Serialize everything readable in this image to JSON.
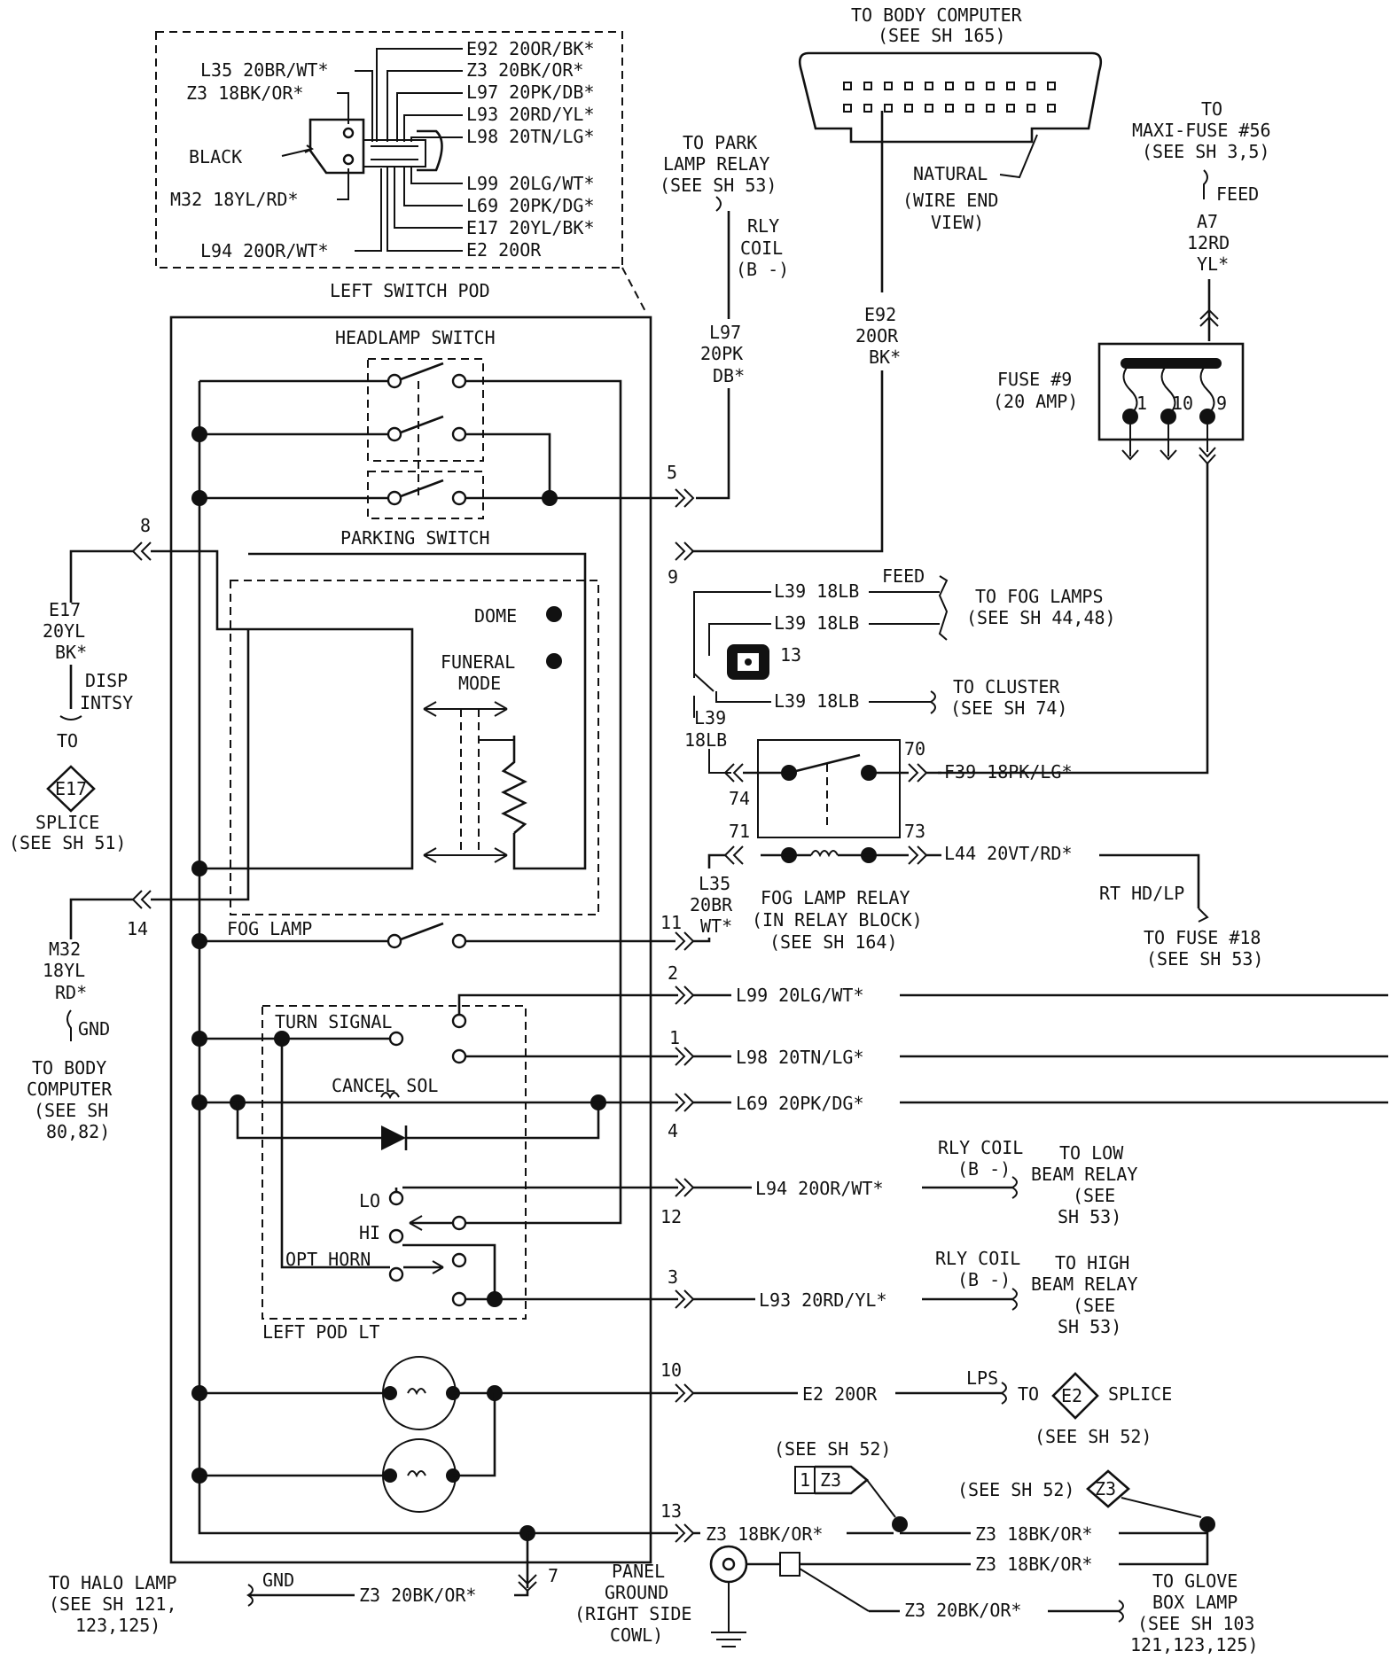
{
  "body_computer": {
    "title": "TO BODY COMPUTER",
    "sheet": "(SEE SH 165)",
    "natural": "NATURAL",
    "wire_end_1": "(WIRE END",
    "wire_end_2": "VIEW)"
  },
  "maxi_fuse": {
    "to": "TO",
    "name": "MAXI-FUSE #56",
    "sheet": "(SEE SH 3,5)",
    "feed": "FEED",
    "wire_1": "A7",
    "wire_2": "12RD",
    "wire_3": "YL*"
  },
  "fuse9": {
    "name": "FUSE #9",
    "rating": "(20 AMP)",
    "t1": "1",
    "t10": "10",
    "t9": "9"
  },
  "switch_pod": {
    "title": "LEFT SWITCH POD",
    "black": "BLACK",
    "left_wires": [
      "L35 20BR/WT*",
      "Z3 18BK/OR*",
      "M32 18YL/RD*",
      "L94 20OR/WT*"
    ],
    "right_wires": [
      "E92 20OR/BK*",
      "Z3 20BK/OR*",
      "L97 20PK/DB*",
      "L93 20RD/YL*",
      "L98 20TN/LG*",
      "L99 20LG/WT*",
      "L69 20PK/DG*",
      "E17 20YL/BK*",
      "E2 20OR"
    ]
  },
  "park_relay": {
    "to": "TO PARK",
    "name": "LAMP RELAY",
    "sheet": "(SEE SH 53)",
    "coil_1": "RLY",
    "coil_2": "COIL",
    "coil_3": "(B -)"
  },
  "l97": {
    "w1": "L97",
    "w2": "20PK",
    "w3": "DB*"
  },
  "e92": {
    "w1": "E92",
    "w2": "20OR",
    "w3": "BK*"
  },
  "switch": {
    "headlamp": "HEADLAMP SWITCH",
    "parking": "PARKING SWITCH",
    "dome": "DOME",
    "funeral_1": "FUNERAL",
    "funeral_2": "MODE",
    "fog": "FOG LAMP",
    "turn": "TURN SIGNAL",
    "cancel": "CANCEL SOL",
    "lo": "LO",
    "hi": "HI",
    "horn": "OPT HORN",
    "pod_lt": "LEFT POD LT"
  },
  "pins": {
    "p5": "5",
    "p8": "8",
    "p9": "9",
    "p14": "14",
    "p11": "11",
    "p2": "2",
    "p1": "1",
    "p4": "4",
    "p12": "12",
    "p3": "3",
    "p10": "10",
    "p13": "13",
    "p7": "7"
  },
  "e17": {
    "w1": "E17",
    "w2": "20YL",
    "w3": "BK*",
    "disp_1": "DISP",
    "disp_2": "INTSY",
    "to": "TO",
    "splice_id": "E17",
    "splice": "SPLICE",
    "sheet": "(SEE SH 51)"
  },
  "m32": {
    "w1": "M32",
    "w2": "18YL",
    "w3": "RD*",
    "gnd": "GND",
    "to_1": "TO BODY",
    "to_2": "COMPUTER",
    "to_3": "(SEE SH",
    "to_4": "80,82)"
  },
  "fog": {
    "l39_feed": "L39 18LB",
    "feed": "FEED",
    "l39_2": "L39 18LB",
    "to_fog_1": "TO FOG LAMPS",
    "to_fog_2": "(SEE SH 44,48)",
    "splice_num": "13",
    "l39_cluster": "L39 18LB",
    "to_cluster_1": "TO CLUSTER",
    "to_cluster_2": "(SEE SH 74)",
    "l39_a": "L39",
    "l39_b": "18LB",
    "relay_1": "FOG LAMP RELAY",
    "relay_2": "(IN RELAY BLOCK)",
    "relay_3": "(SEE SH 164)",
    "t70": "70",
    "t74": "74",
    "t71": "71",
    "t73": "73",
    "f39": "F39 18PK/LG*",
    "l44": "L44 20VT/RD*",
    "rthd": "RT HD/LP",
    "to_fuse_1": "TO FUSE #18",
    "to_fuse_2": "(SEE SH 53)",
    "l35_1": "L35",
    "l35_2": "20BR",
    "l35_3": "WT*"
  },
  "outputs": {
    "l99": "L99 20LG/WT*",
    "l98": "L98 20TN/LG*",
    "l69": "L69 20PK/DG*",
    "l94": "L94 20OR/WT*",
    "l93": "L93 20RD/YL*",
    "e2": "E2 20OR",
    "coil_lo_1": "RLY COIL",
    "coil_lo_2": "(B -)",
    "lo_1": "TO LOW",
    "lo_2": "BEAM RELAY",
    "lo_3": "(SEE",
    "lo_4": "SH 53)",
    "coil_hi_1": "RLY COIL",
    "coil_hi_2": "(B -)",
    "hi_1": "TO HIGH",
    "hi_2": "BEAM RELAY",
    "hi_3": "(SEE",
    "hi_4": "SH 53)",
    "lps": "LPS",
    "to": "TO",
    "e2_id": "E2",
    "splice": "SPLICE",
    "sheet": "(SEE SH 52)"
  },
  "ground": {
    "sh52_a": "(SEE SH 52)",
    "z3_1": "1",
    "z3_id": "Z3",
    "sh52_b": "(SEE SH 52)",
    "z3_id2": "Z3",
    "z3_a": "Z3 18BK/OR*",
    "z3_b": "Z3 18BK/OR*",
    "z3_c": "Z3 18BK/OR*",
    "z3_d": "Z3 20BK/OR*",
    "z3_e": "Z3 20BK/OR*",
    "panel_1": "PANEL",
    "panel_2": "GROUND",
    "panel_3": "(RIGHT SIDE",
    "panel_4": "COWL)",
    "halo_1": "TO HALO LAMP",
    "halo_2": "(SEE SH 121,",
    "halo_3": "123,125)",
    "gnd": "GND",
    "glove_1": "TO GLOVE",
    "glove_2": "BOX LAMP",
    "glove_3": "(SEE SH 103",
    "glove_4": "121,123,125)"
  }
}
